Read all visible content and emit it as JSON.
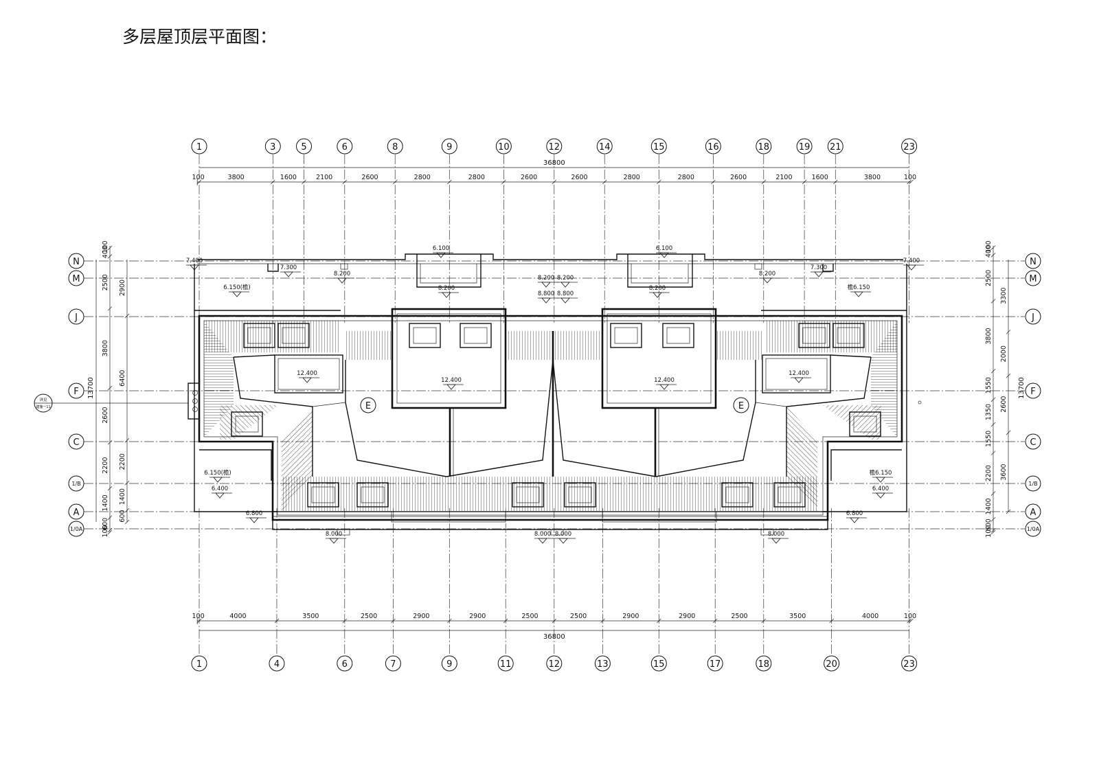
{
  "title": "多层屋顶层平面图：",
  "axes_top": [
    {
      "label": "1",
      "dist": 0
    },
    {
      "label": "3",
      "dist": 3800
    },
    {
      "label": "5",
      "dist": 5400
    },
    {
      "label": "6",
      "dist": 7500
    },
    {
      "label": "8",
      "dist": 10100
    },
    {
      "label": "9",
      "dist": 12900
    },
    {
      "label": "10",
      "dist": 15700
    },
    {
      "label": "12",
      "dist": 18300
    },
    {
      "label": "14",
      "dist": 20900
    },
    {
      "label": "15",
      "dist": 23700
    },
    {
      "label": "16",
      "dist": 26500
    },
    {
      "label": "18",
      "dist": 29100
    },
    {
      "label": "19",
      "dist": 31200
    },
    {
      "label": "21",
      "dist": 32800
    },
    {
      "label": "23",
      "dist": 36600
    }
  ],
  "axes_bottom": [
    {
      "label": "1",
      "dist": 0
    },
    {
      "label": "4",
      "dist": 4000
    },
    {
      "label": "6",
      "dist": 7500
    },
    {
      "label": "7",
      "dist": 10000
    },
    {
      "label": "9",
      "dist": 12900
    },
    {
      "label": "11",
      "dist": 15800
    },
    {
      "label": "12",
      "dist": 18300
    },
    {
      "label": "13",
      "dist": 20800
    },
    {
      "label": "15",
      "dist": 23700
    },
    {
      "label": "17",
      "dist": 26600
    },
    {
      "label": "18",
      "dist": 29100
    },
    {
      "label": "20",
      "dist": 32600
    },
    {
      "label": "23",
      "dist": 36600
    }
  ],
  "axes_rows": [
    {
      "label": "N"
    },
    {
      "label": "M"
    },
    {
      "label": "J"
    },
    {
      "label": "F"
    },
    {
      "label": "C"
    },
    {
      "label": "1/B"
    },
    {
      "label": "A"
    },
    {
      "label": "1/0A"
    }
  ],
  "dims_top": [
    "100",
    "3800",
    "1600",
    "2100",
    "2600",
    "2800",
    "2800",
    "2600",
    "2600",
    "2800",
    "2800",
    "2600",
    "2100",
    "1600",
    "3800",
    "100"
  ],
  "dims_top_total": "36800",
  "dims_bottom": [
    "100",
    "4000",
    "3500",
    "2500",
    "2900",
    "2900",
    "2500",
    "2500",
    "2900",
    "2900",
    "2500",
    "3500",
    "4000",
    "100"
  ],
  "dims_bottom_total": "36800",
  "dims_left_inner": [
    "100",
    "400",
    "2500",
    "3800",
    "2600",
    "2200",
    "1400",
    "600",
    "100"
  ],
  "dims_left_outer": [
    "2900",
    "6400",
    "2200",
    "1400",
    "600"
  ],
  "dims_left_total": "13700",
  "dims_right_inner": [
    "100",
    "400",
    "2500",
    "3800",
    "1550",
    "1350",
    "1550",
    "2200",
    "1400",
    "600",
    "100"
  ],
  "dims_right_outer": [
    "3300",
    "2000",
    "2600",
    "3600"
  ],
  "dims_right_total": "13700",
  "levels": [
    "7.400",
    "7.300",
    "6.100",
    "8.200",
    "8.200",
    "8.200",
    "8.800",
    "8.800",
    "8.200",
    "6.100",
    "8.200",
    "7.300",
    "7.400",
    "6.150(檐)",
    "檐6.150",
    "12.400",
    "12.400",
    "12.400",
    "12.400",
    "6.150(檐)",
    "檐6.150",
    "6.400",
    "6.400",
    "6.800",
    "6.800",
    "8.000",
    "8.000",
    "8.000",
    "8.000",
    "8.200"
  ],
  "section_mark": "E",
  "side_note": "详见",
  "side_note_sub": "建施一11"
}
